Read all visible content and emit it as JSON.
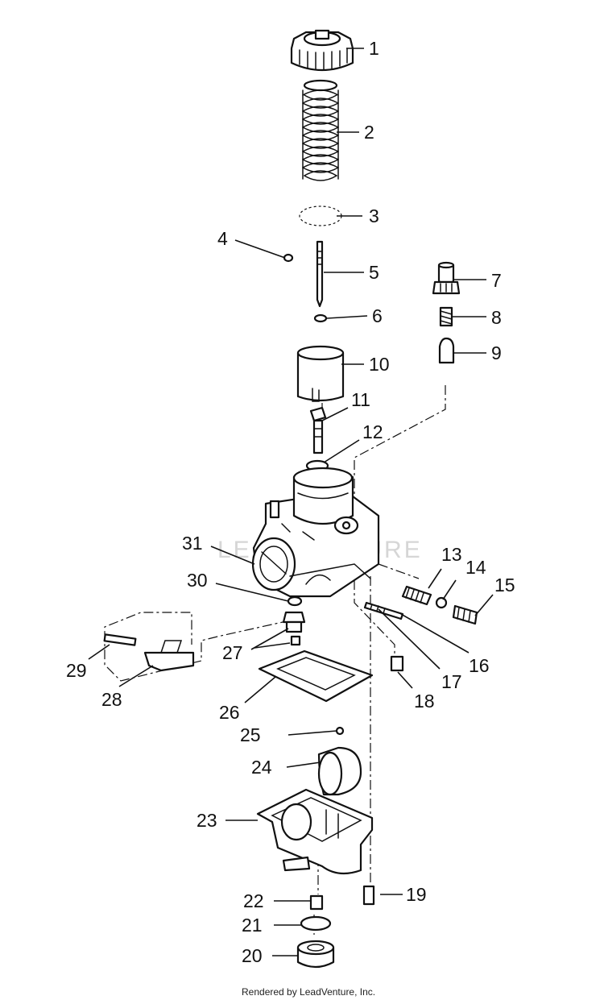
{
  "callouts": [
    "1",
    "2",
    "3",
    "4",
    "5",
    "6",
    "7",
    "8",
    "9",
    "10",
    "11",
    "12",
    "13",
    "14",
    "15",
    "16",
    "17",
    "18",
    "19",
    "20",
    "21",
    "22",
    "23",
    "24",
    "25",
    "26",
    "27",
    "28",
    "29",
    "30",
    "31"
  ],
  "footer": "Rendered by LeadVenture, Inc.",
  "watermark": "LEADVENTURE"
}
